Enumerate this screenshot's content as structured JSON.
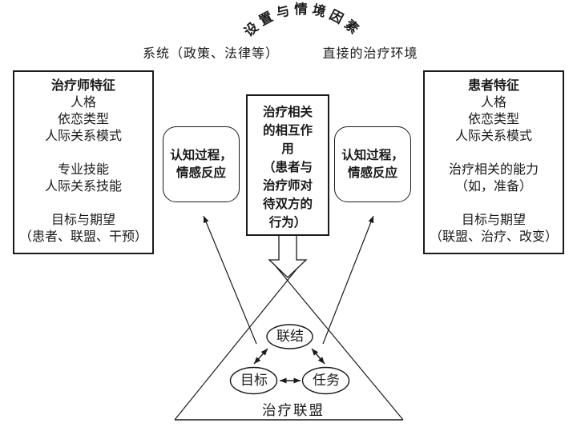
{
  "header": {
    "arc_title": "设置与情境因素",
    "system_label": "系统（政策、法律等）",
    "environment_label": "直接的治疗环境"
  },
  "therapist_box": {
    "title": "治疗师特征",
    "lines": [
      "人格",
      "依恋类型",
      "人际关系模式",
      "",
      "专业技能",
      "人际关系技能",
      "",
      "目标与期望",
      "（患者、联盟、干预）"
    ]
  },
  "patient_box": {
    "title": "患者特征",
    "lines": [
      "人格",
      "依恋类型",
      "人际关系模式",
      "",
      "治疗相关的能力",
      "（如，准备）",
      "",
      "目标与期望",
      "（联盟、治疗、改变）"
    ]
  },
  "interaction_box": {
    "lines": [
      "治疗相关",
      "的相互作",
      "用",
      "（患者与",
      "治疗师对",
      "待双方的",
      "行为）"
    ]
  },
  "process_box_left": {
    "line1": "认知过程，",
    "line2": "情感反应"
  },
  "process_box_right": {
    "line1": "认知过程，",
    "line2": "情感反应"
  },
  "alliance": {
    "bond": "联结",
    "goal": "目标",
    "task": "任务",
    "label": "治疗联盟"
  },
  "colors": {
    "ink": "#1a1a1a",
    "background": "#ffffff"
  }
}
